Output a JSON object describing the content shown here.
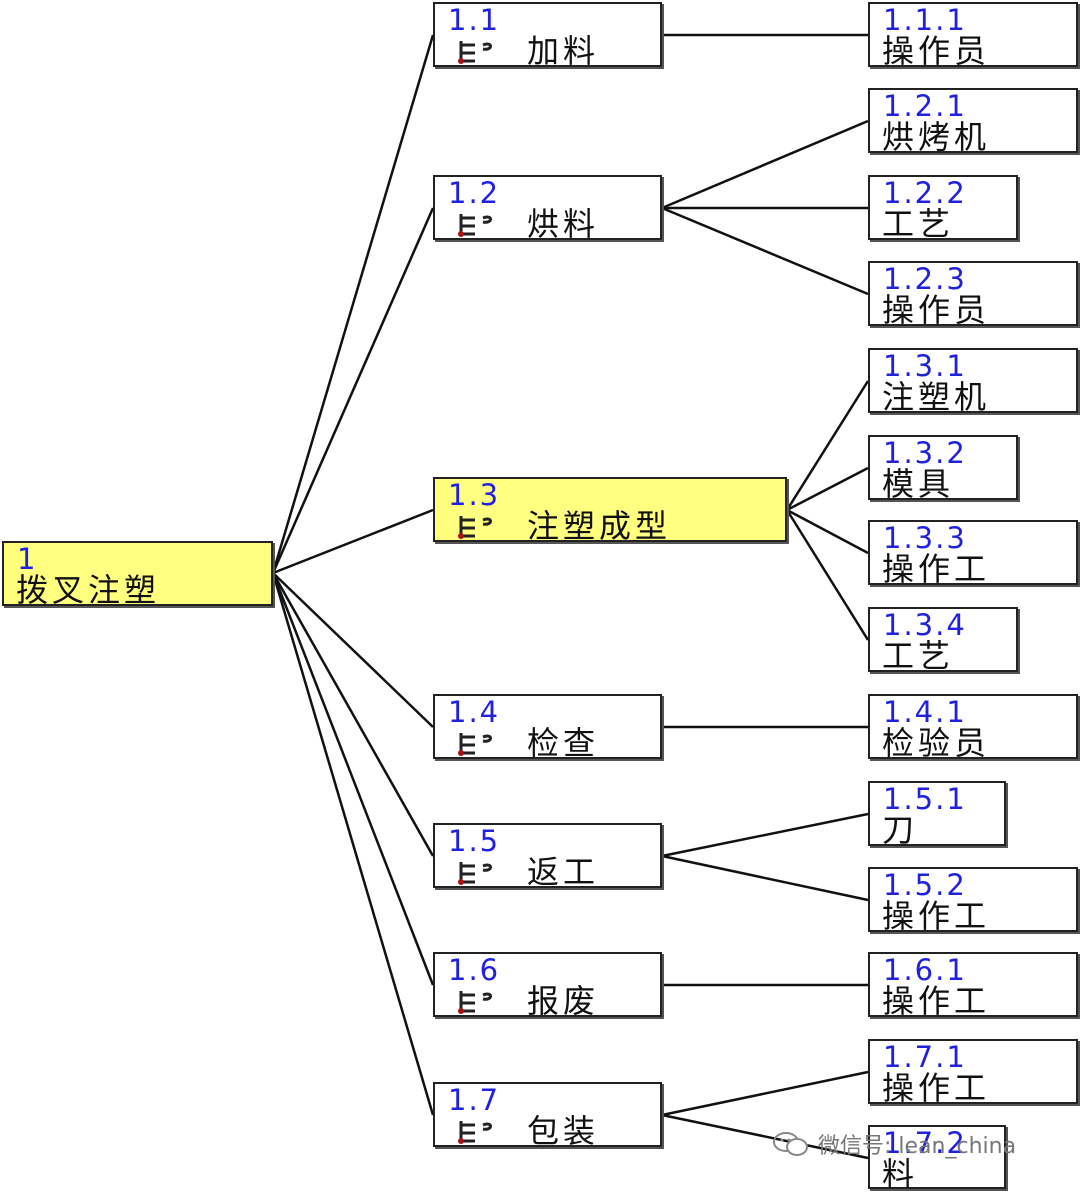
{
  "colors": {
    "highlight": "#ffff80",
    "code": "#2020e0",
    "line": "#111111"
  },
  "icon": "hierarchy-icon",
  "root": {
    "code": "1",
    "label": "拨叉注塑"
  },
  "branches": [
    {
      "code": "1.1",
      "label": "加料",
      "children": [
        {
          "code": "1.1.1",
          "label": "操作员"
        }
      ]
    },
    {
      "code": "1.2",
      "label": "烘料",
      "children": [
        {
          "code": "1.2.1",
          "label": "烘烤机"
        },
        {
          "code": "1.2.2",
          "label": "工艺"
        },
        {
          "code": "1.2.3",
          "label": "操作员"
        }
      ]
    },
    {
      "code": "1.3",
      "label": "注塑成型",
      "highlighted": true,
      "children": [
        {
          "code": "1.3.1",
          "label": "注塑机"
        },
        {
          "code": "1.3.2",
          "label": "模具"
        },
        {
          "code": "1.3.3",
          "label": "操作工"
        },
        {
          "code": "1.3.4",
          "label": "工艺"
        }
      ]
    },
    {
      "code": "1.4",
      "label": "检查",
      "children": [
        {
          "code": "1.4.1",
          "label": "检验员"
        }
      ]
    },
    {
      "code": "1.5",
      "label": "返工",
      "children": [
        {
          "code": "1.5.1",
          "label": "刀"
        },
        {
          "code": "1.5.2",
          "label": "操作工"
        }
      ]
    },
    {
      "code": "1.6",
      "label": "报废",
      "children": [
        {
          "code": "1.6.1",
          "label": "操作工"
        }
      ]
    },
    {
      "code": "1.7",
      "label": "包装",
      "children": [
        {
          "code": "1.7.1",
          "label": "操作工"
        },
        {
          "code": "1.7.2",
          "label": "料"
        }
      ]
    }
  ],
  "watermark": {
    "text": "微信号: lean_china",
    "icon": "wechat-icon"
  }
}
